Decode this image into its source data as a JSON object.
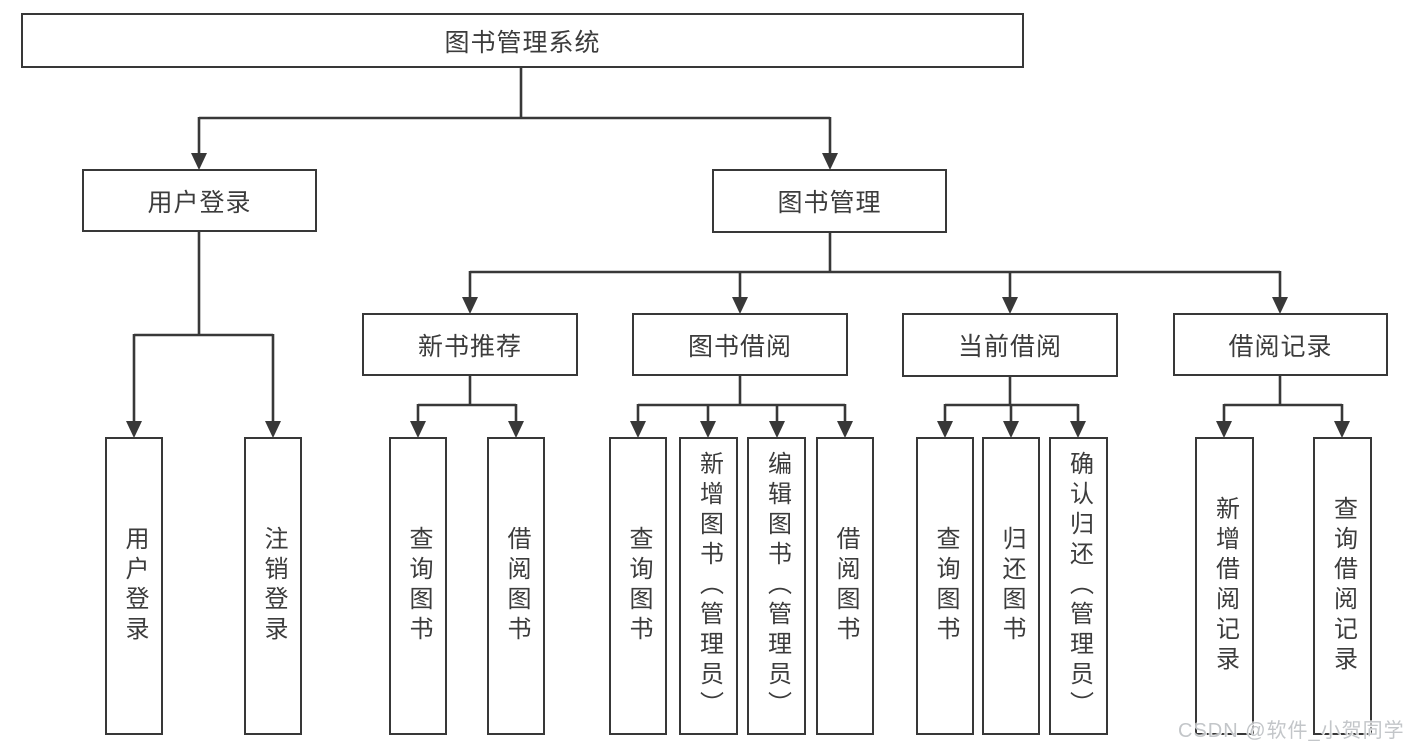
{
  "colors": {
    "line": "#383838",
    "text": "#3c3c3c",
    "background": "#ffffff",
    "watermark": "#c3c6c9"
  },
  "nodes": {
    "root": "图书管理系统",
    "l2": [
      "用户登录",
      "图书管理"
    ],
    "l3": [
      "新书推荐",
      "图书借阅",
      "当前借阅",
      "借阅记录"
    ],
    "leaves_login": [
      "用户登录",
      "注销登录"
    ],
    "leaves_recommend": [
      "查询图书",
      "借阅图书"
    ],
    "leaves_borrow": [
      "查询图书",
      "新增图书（管理员）",
      "编辑图书（管理员）",
      "借阅图书"
    ],
    "leaves_current": [
      "查询图书",
      "归还图书",
      "确认归还（管理员）"
    ],
    "leaves_records": [
      "新增借阅记录",
      "查询借阅记录"
    ]
  },
  "watermark": "CSDN @软件_小贺同学"
}
